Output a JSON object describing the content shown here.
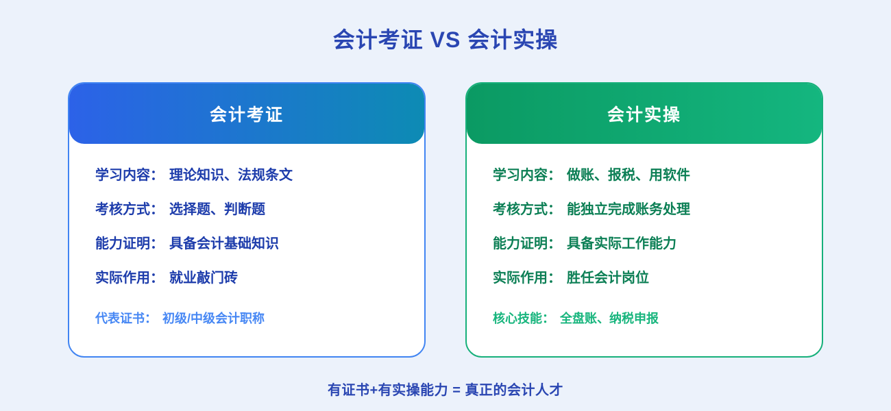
{
  "page": {
    "title": "会计考证 VS 会计实操",
    "footer": "有证书+有实操能力 = 真正的会计人才",
    "background_color": "#ecf2fb",
    "title_color": "#2a46b2"
  },
  "cards": [
    {
      "id": "certification",
      "header_label": "会计考证",
      "colors": {
        "gradient_start": "#2c62e8",
        "gradient_end": "#0d8bb4",
        "border": "#4084f2",
        "text": "#1d3cab",
        "highlight": "#4687f4"
      },
      "rows": [
        {
          "label": "学习内容：",
          "value": "理论知识、法规条文"
        },
        {
          "label": "考核方式：",
          "value": "选择题、判断题"
        },
        {
          "label": "能力证明：",
          "value": "具备会计基础知识"
        },
        {
          "label": "实际作用：",
          "value": "就业敲门砖"
        }
      ],
      "highlight": {
        "label": "代表证书：",
        "value": "初级/中级会计职称"
      }
    },
    {
      "id": "practice",
      "header_label": "会计实操",
      "colors": {
        "gradient_start": "#0b9a63",
        "gradient_end": "#14b67f",
        "border": "#16b07a",
        "text": "#0c7f55",
        "highlight": "#17b57d"
      },
      "rows": [
        {
          "label": "学习内容：",
          "value": "做账、报税、用软件"
        },
        {
          "label": "考核方式：",
          "value": "能独立完成账务处理"
        },
        {
          "label": "能力证明：",
          "value": "具备实际工作能力"
        },
        {
          "label": "实际作用：",
          "value": "胜任会计岗位"
        }
      ],
      "highlight": {
        "label": "核心技能：",
        "value": "全盘账、纳税申报"
      }
    }
  ]
}
